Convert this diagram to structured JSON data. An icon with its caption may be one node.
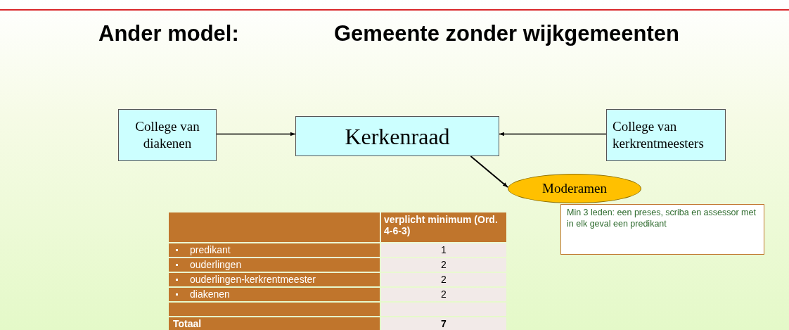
{
  "diagram": {
    "title": "Ander model:",
    "nodes": [
      {
        "text": [
          "College van diakenen"
        ]
      },
      {
        "text": [
          "Kerkenraad"
        ]
      },
      {
        "text": [
          "College van kerkrentmeesters"
        ]
      },
      {
        "text": [
          "Moderamen"
        ]
      },
      {
        "text": [
          "Min 3 leden: een preses, scriba en assessor met in elk geval een predikant"
        ]
      }
    ],
    "edges": [
      {
        "from": 0,
        "to": 1,
        "arrow": "to"
      },
      {
        "from": 2,
        "to": 1,
        "arrow": "to"
      },
      {
        "from": 1,
        "to": 3,
        "arrow": "to"
      }
    ],
    "labels": [
      "Gemeente zonder wijkgemeenten",
      "verplicht minimum (Ord. 4-6-3)",
      "predikant",
      "1",
      "ouderlingen",
      "2",
      "ouderlingen-kerkrentmeester",
      "2",
      "diakenen",
      "2",
      "Totaal",
      "7"
    ]
  }
}
